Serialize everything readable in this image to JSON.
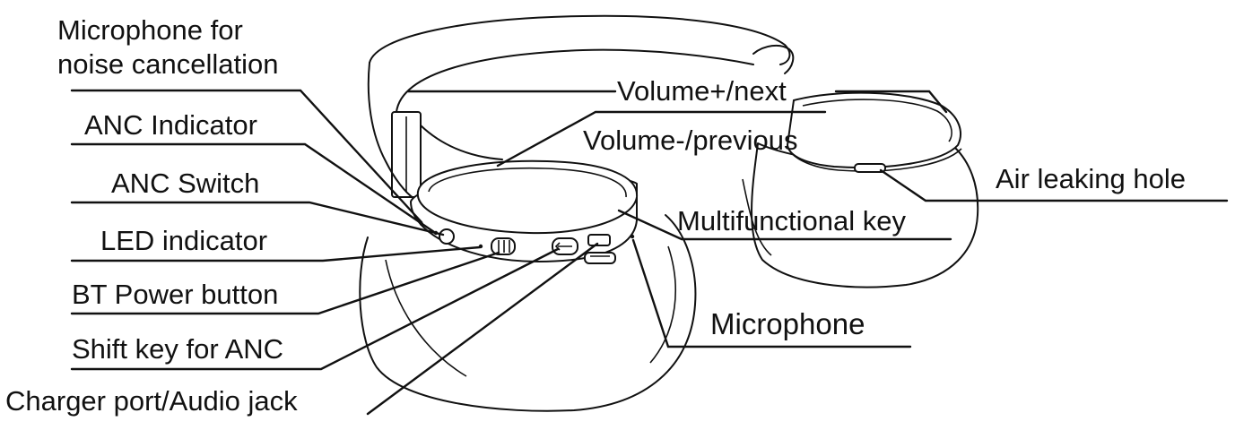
{
  "diagram": {
    "labels": {
      "mic_nc_line1": "Microphone for",
      "mic_nc_line2": "noise cancellation",
      "anc_indicator": "ANC Indicator",
      "anc_switch": "ANC Switch",
      "led_indicator": "LED indicator",
      "bt_power": "BT Power button",
      "shift_key": "Shift key for ANC",
      "charger_port": "Charger port/Audio jack",
      "volume_up": "Volume+/next",
      "volume_down": "Volume-/previous",
      "air_hole": "Air leaking hole",
      "multifunction": "Multifunctional key",
      "microphone": "Microphone"
    }
  }
}
